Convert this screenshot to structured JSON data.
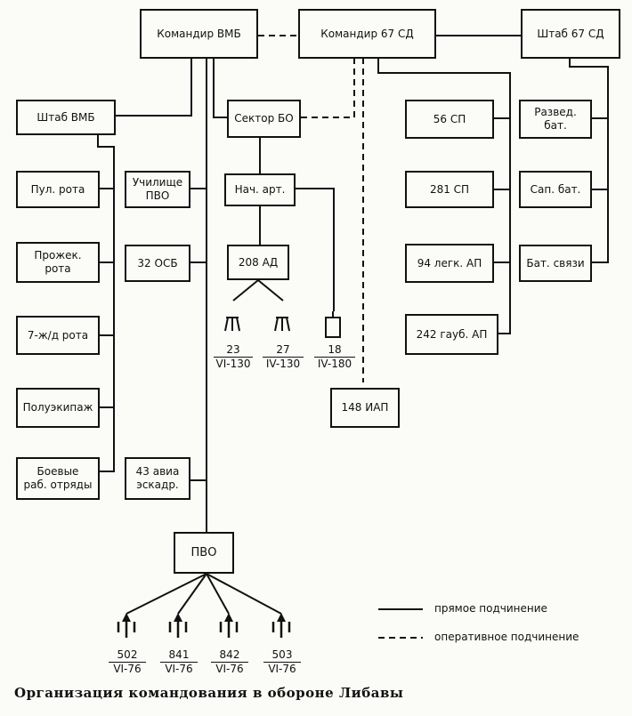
{
  "boxes": {
    "cmd_vmb": "Командир ВМБ",
    "cmd_67sd": "Командир 67 СД",
    "shtab_67sd": "Штаб 67 СД",
    "shtab_vmb": "Штаб ВМБ",
    "sektor_bo": "Сектор БО",
    "sp56": "56 СП",
    "razved": "Развед.\nбат.",
    "pul_rota": "Пул.  рота",
    "uchilische": "Училище\nПВО",
    "nach_art": "Нач. арт.",
    "sp281": "281 СП",
    "sap_bat": "Сап. бат.",
    "prozhek": "Прожек.\nрота",
    "osb32": "32 ОСБ",
    "ad208": "208 АД",
    "ap94": "94 легк. АП",
    "bat_svyazi": "Бат. связи",
    "zhd_rota": "7-ж/д рота",
    "ap242": "242 гауб. АП",
    "iap148": "148 ИАП",
    "poluekipazh": "Полуэкипаж",
    "boevye": "Боевые\nраб. отряды",
    "avia43": "43 авиа\nэскадр.",
    "pvo": "ПВО"
  },
  "artillery": [
    {
      "num": "23",
      "type": "VI-130"
    },
    {
      "num": "27",
      "type": "IV-130"
    },
    {
      "num": "18",
      "type": "IV-180"
    }
  ],
  "aa_batteries": [
    {
      "num": "502",
      "type": "VI-76"
    },
    {
      "num": "841",
      "type": "VI-76"
    },
    {
      "num": "842",
      "type": "VI-76"
    },
    {
      "num": "503",
      "type": "VI-76"
    }
  ],
  "legend": {
    "direct": "прямое подчинение",
    "operational": "оперативное подчинение"
  },
  "caption": "Организация командования в обороне Либавы"
}
